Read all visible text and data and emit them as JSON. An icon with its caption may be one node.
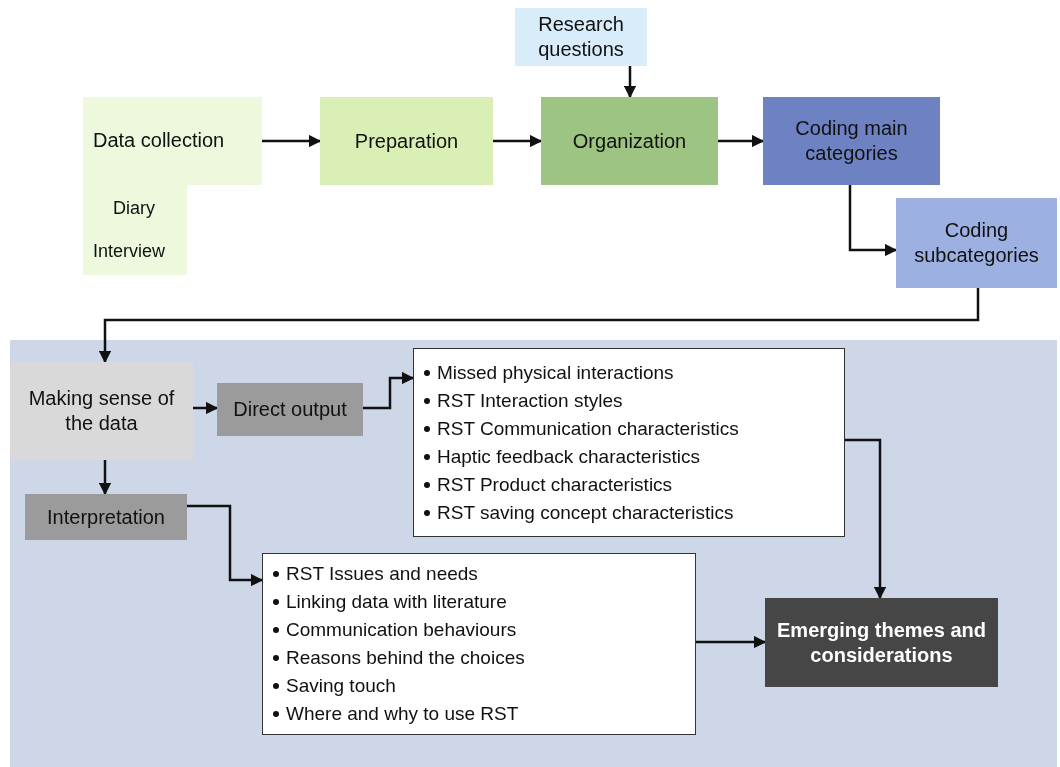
{
  "diagram": {
    "nodes": [
      {
        "text": [
          "Research questions"
        ]
      },
      {
        "text": [
          "Data collection",
          "Diary",
          "Interview"
        ]
      },
      {
        "text": [
          "Preparation"
        ]
      },
      {
        "text": [
          "Organization"
        ]
      },
      {
        "text": [
          "Coding main categories"
        ]
      },
      {
        "text": [
          "Coding subcategories"
        ]
      },
      {
        "text": [],
        "shape": "box"
      },
      {
        "text": [
          "Making sense of the data"
        ],
        "in": 6
      },
      {
        "text": [
          "Direct output"
        ],
        "in": 6
      },
      {
        "text": [
          "Missed physical interactions",
          "RST Interaction styles",
          "RST Communication characteristics",
          "Haptic feedback characteristics",
          "RST Product characteristics",
          "RST saving concept characteristics"
        ],
        "in": 6
      },
      {
        "text": [
          "Interpretation"
        ],
        "in": 6
      },
      {
        "text": [
          "RST Issues and needs",
          "Linking data with literature",
          "Communication behaviours",
          "Reasons behind the choices",
          "Saving touch",
          "Where and why to use RST"
        ],
        "in": 6
      },
      {
        "text": [
          "Emerging themes and considerations"
        ],
        "in": 6
      }
    ],
    "edges": [
      {
        "from": 1,
        "to": 2,
        "arrow": "to"
      },
      {
        "from": 2,
        "to": 3,
        "arrow": "to"
      },
      {
        "from": 0,
        "to": 3,
        "arrow": "to"
      },
      {
        "from": 3,
        "to": 4,
        "arrow": "to"
      },
      {
        "from": 4,
        "to": 5,
        "arrow": "to"
      },
      {
        "from": 5,
        "to": 7,
        "arrow": "to"
      },
      {
        "from": 7,
        "to": 8,
        "arrow": "to"
      },
      {
        "from": 8,
        "to": 9,
        "arrow": "to"
      },
      {
        "from": 7,
        "to": 10,
        "arrow": "to"
      },
      {
        "from": 10,
        "to": 11,
        "arrow": "to"
      },
      {
        "from": 9,
        "to": 12,
        "arrow": "to"
      },
      {
        "from": 11,
        "to": 12,
        "arrow": "to"
      }
    ]
  }
}
